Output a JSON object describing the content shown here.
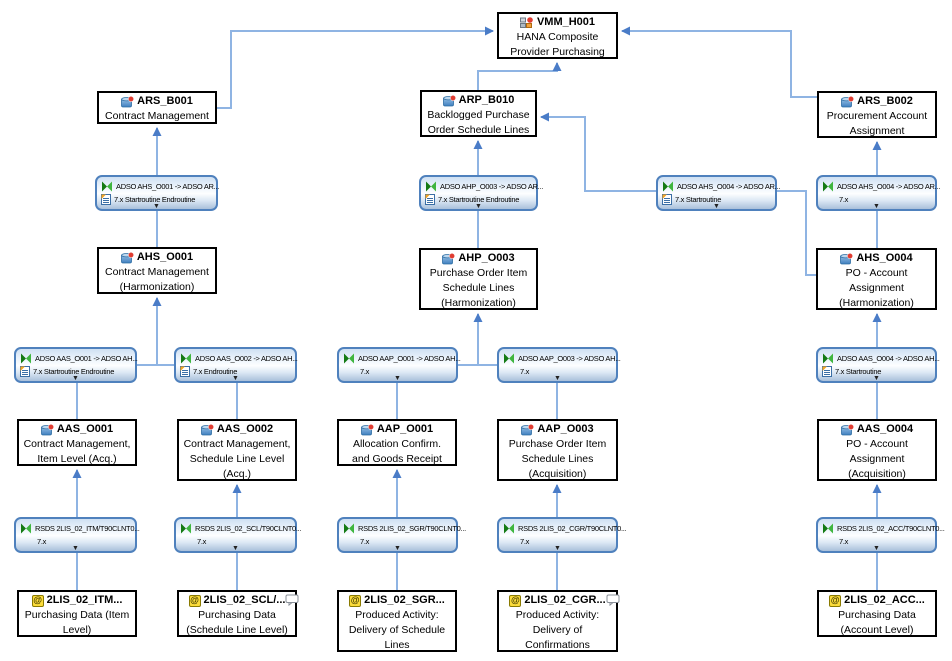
{
  "colors": {
    "connector": "#8fb4e3",
    "arrow": "#4a7cc7",
    "node_border": "#000000",
    "transformation_border": "#4f81bd",
    "transformation_fill_top": "#cfe0f2",
    "transformation_fill_bottom": "#a9c0da",
    "datasource_icon_yellow": "#fcdc3a",
    "transformation_icon_green": "#1e7a1e",
    "adso_icon_blue": "#4f8fd0",
    "badge_red": "#e03c31"
  },
  "icons": {
    "datasource_glyph": "@",
    "collapse_arrow_glyph": "▼"
  },
  "nodes": {
    "vmm_h001": {
      "title": "VMM_H001",
      "lines": [
        "HANA Composite",
        "Provider Purchasing"
      ]
    },
    "ars_b001": {
      "title": "ARS_B001",
      "lines": [
        "Contract Management"
      ]
    },
    "arp_b010": {
      "title": "ARP_B010",
      "lines": [
        "Backlogged Purchase",
        "Order Schedule Lines"
      ]
    },
    "ars_b002": {
      "title": "ARS_B002",
      "lines": [
        "Procurement Account",
        "Assignment"
      ]
    },
    "ahs_o001": {
      "title": "AHS_O001",
      "lines": [
        "Contract Management",
        "(Harmonization)"
      ]
    },
    "ahp_o003": {
      "title": "AHP_O003",
      "lines": [
        "Purchase Order Item",
        "Schedule Lines",
        "(Harmonization)"
      ]
    },
    "ahs_o004": {
      "title": "AHS_O004",
      "lines": [
        "PO - Account",
        "Assignment",
        "(Harmonization)"
      ]
    },
    "aas_o001": {
      "title": "AAS_O001",
      "lines": [
        "Contract Management,",
        "Item Level (Acq.)"
      ]
    },
    "aas_o002": {
      "title": "AAS_O002",
      "lines": [
        "Contract Management,",
        "Schedule Line Level",
        "(Acq.)"
      ]
    },
    "aap_o001": {
      "title": "AAP_O001",
      "lines": [
        "Allocation Confirm.",
        "and Goods Receipt"
      ]
    },
    "aap_o003": {
      "title": "AAP_O003",
      "lines": [
        "Purchase Order Item",
        "Schedule Lines",
        "(Acquisition)"
      ]
    },
    "aas_o004": {
      "title": "AAS_O004",
      "lines": [
        "PO - Account",
        "Assignment",
        "(Acquisition)"
      ]
    },
    "ds_itm": {
      "title": "2LIS_02_ITM...",
      "lines": [
        "Purchasing Data (Item",
        "Level)"
      ]
    },
    "ds_scl": {
      "title": "2LIS_02_SCL/...",
      "lines": [
        "Purchasing Data",
        "(Schedule Line Level)"
      ]
    },
    "ds_sgr": {
      "title": "2LIS_02_SGR...",
      "lines": [
        "Produced Activity:",
        "Delivery of Schedule",
        "Lines"
      ]
    },
    "ds_cgr": {
      "title": "2LIS_02_CGR...",
      "lines": [
        "Produced Activity:",
        "Delivery of",
        "Confirmations"
      ]
    },
    "ds_acc": {
      "title": "2LIS_02_ACC...",
      "lines": [
        "Purchasing Data",
        "(Account Level)"
      ]
    }
  },
  "transforms": {
    "t_ahs1_ars1": {
      "line1": "ADSO AHS_O001 -> ADSO AR...",
      "line2": "7.x Startroutine Endroutine"
    },
    "t_ahp3_arp10": {
      "line1": "ADSO AHP_O003 -> ADSO AR...",
      "line2": "7.x Startroutine Endroutine"
    },
    "t_ahs4_arp10": {
      "line1": "ADSO AHS_O004 -> ADSO AR...",
      "line2": "7.x Startroutine"
    },
    "t_ahs4_ars2": {
      "line1": "ADSO AHS_O004 -> ADSO AR...",
      "line2": "7.x"
    },
    "t_aas1_ahs1": {
      "line1": "ADSO AAS_O001 -> ADSO AH...",
      "line2": "7.x Startroutine Endroutine"
    },
    "t_aas2_ahs1": {
      "line1": "ADSO AAS_O002 -> ADSO AH...",
      "line2": "7.x Endroutine"
    },
    "t_aap1_ahp3": {
      "line1": "ADSO AAP_O001 -> ADSO AH...",
      "line2": "7.x"
    },
    "t_aap3_ahp3": {
      "line1": "ADSO AAP_O003 -> ADSO AH...",
      "line2": "7.x"
    },
    "t_aas4_ahs4": {
      "line1": "ADSO AAS_O004 -> ADSO AH...",
      "line2": "7.x Startroutine"
    },
    "t_rsds_itm": {
      "line1": "RSDS 2LIS_02_ITM/T90CLNT0...",
      "line2": "7.x"
    },
    "t_rsds_scl": {
      "line1": "RSDS 2LIS_02_SCL/T90CLNT0...",
      "line2": "7.x"
    },
    "t_rsds_sgr": {
      "line1": "RSDS 2LIS_02_SGR/T90CLNT0...",
      "line2": "7.x"
    },
    "t_rsds_cgr": {
      "line1": "RSDS 2LIS_02_CGR/T90CLNT0...",
      "line2": "7.x"
    },
    "t_rsds_acc": {
      "line1": "RSDS 2LIS_02_ACC/T90CLNT0...",
      "line2": "7.x"
    }
  }
}
